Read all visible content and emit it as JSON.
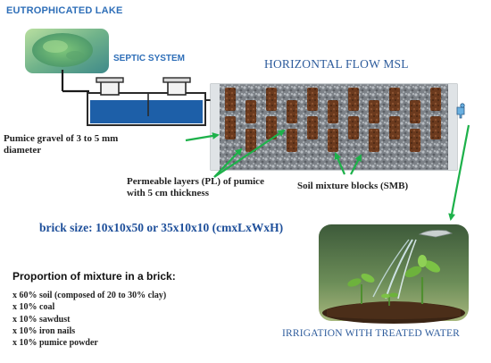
{
  "labels": {
    "lake": "EUTROPHICATED LAKE",
    "septic": "SEPTIC SYSTEM",
    "msl": "HORIZONTAL FLOW MSL",
    "pumice_gravel_line1": "Pumice gravel of 3 to 5 mm",
    "pumice_gravel_line2": "diameter",
    "permeable_line1": "Permeable layers (PL) of pumice",
    "permeable_line2": "with 5 cm thickness",
    "smb": "Soil mixture blocks (SMB)",
    "brick_size": "brick size: 10x10x50 or 35x10x10 (cmxLxWxH)",
    "proportion_title": "Proportion of mixture in a brick:",
    "irrigation": "IRRIGATION WITH TREATED WATER"
  },
  "mixture": [
    "x 60% soil (composed of 20 to 30% clay)",
    "x 10% coal",
    "x 10% sawdust",
    "x 10% iron nails",
    "x 10% pumice powder"
  ],
  "colors": {
    "arrow": "#1db14a",
    "title_blue": "#2e5c9c",
    "water_blue": "#1d5fa8",
    "gravel": "#8a8f95",
    "soil": "#6b3a1e"
  }
}
